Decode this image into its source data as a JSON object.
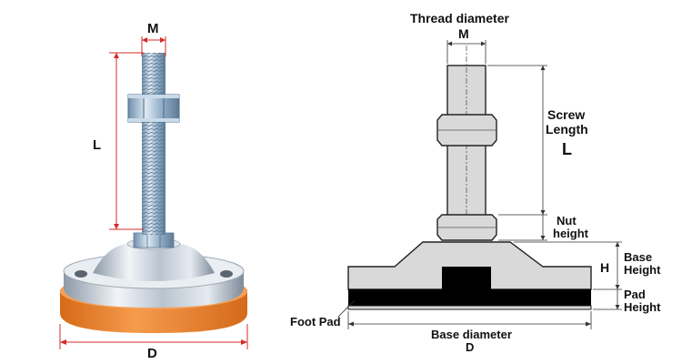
{
  "photo": {
    "label_m": "M",
    "label_l": "L",
    "label_d": "D"
  },
  "drawing": {
    "thread_diameter": "Thread diameter",
    "m": "M",
    "screw": "Screw",
    "length": "Length",
    "l": "L",
    "nut": "Nut",
    "height": "height",
    "h": "H",
    "base": "Base",
    "base_height": "Height",
    "pad": "Pad",
    "pad_height": "Height",
    "foot_pad": "Foot Pad",
    "base_diameter": "Base diameter",
    "d": "D"
  },
  "colors": {
    "dimension_red": "#d42a2a",
    "pad_orange": "#e8812b",
    "steel_blue": "#8fb4d4",
    "drawing_fill": "#d9d9d9",
    "pad_black": "#000000"
  }
}
